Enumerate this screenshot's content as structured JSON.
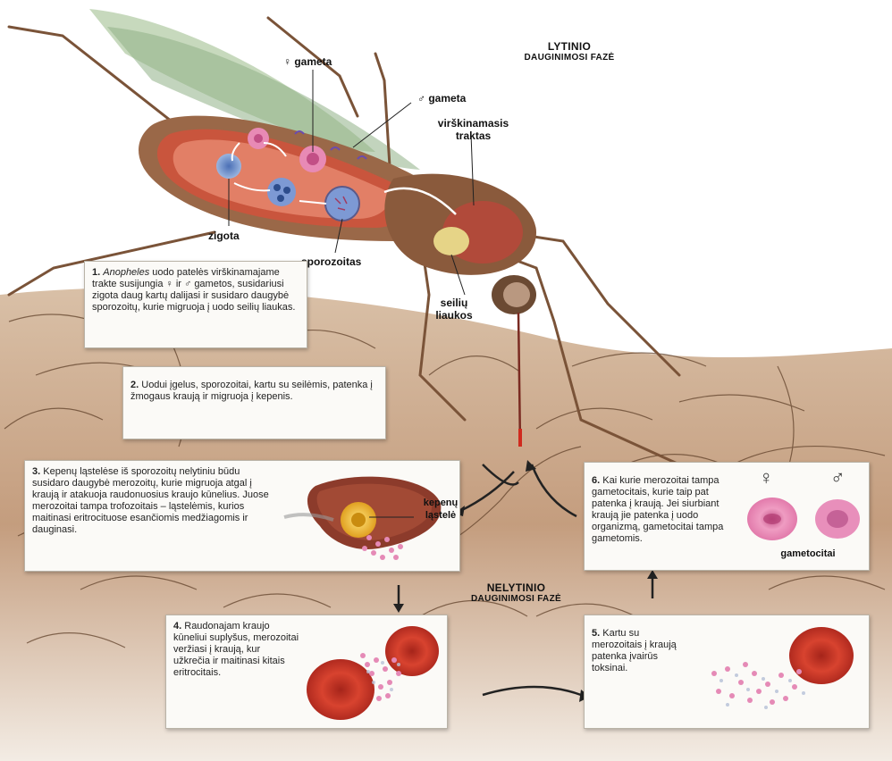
{
  "labels": {
    "female_gamete": "♀ gameta",
    "male_gamete": "♂ gameta",
    "digestive_tract": [
      "virškinamasis",
      "traktas"
    ],
    "zygote": "zigota",
    "sporozoite": "sporozoitas",
    "salivary_glands": [
      "seilių",
      "liaukos"
    ],
    "liver_cell": [
      "kepenų",
      "ląstelė"
    ],
    "gametocytes": "gametocitai",
    "female_symbol": "♀",
    "male_symbol": "♂"
  },
  "phases": {
    "sexual": [
      "LYTINIO",
      "DAUGINIMOSI FAZĖ"
    ],
    "asexual": [
      "NELYTINIO",
      "DAUGINIMOSI FAZĖ"
    ]
  },
  "steps": [
    {
      "num": "1.",
      "italic": "Anopheles",
      "text": " uodo patelės virškinamajame trakte susijungia ♀ ir ♂ gametos, susidariusi zigota daug kartų dalijasi ir susidaro daugybė sporozoitų, kurie migruoja į uodo seilių liaukas."
    },
    {
      "num": "2.",
      "text": " Uodui įgelus, sporozoitai, kartu su seilėmis, patenka į žmogaus kraują ir migruoja į kepenis."
    },
    {
      "num": "3.",
      "text": " Kepenų ląstelėse iš sporozoitų nelytiniu būdu susidaro daugybė merozoitų, kurie migruoja atgal į kraują ir atakuoja raudonuosius kraujo kūnelius. Juose merozoitai tampa trofozoitais – ląstelėmis, kurios maitinasi eritrocituose esančiomis medžiagomis ir dauginasi."
    },
    {
      "num": "4.",
      "text": " Raudonajam kraujo kūneliui suplyšus, merozoitai veržiasi į kraują, kur užkrečia ir maitinasi kitais eritrocitais."
    },
    {
      "num": "5.",
      "text": " Kartu su merozoitais į kraują patenka įvairūs toksinai."
    },
    {
      "num": "6.",
      "text": " Kai kurie merozoitai tampa gametocitais, kurie taip pat patenka į kraują. Jei siurbiant kraują jie patenka į uodo organizmą, gametocitai tampa gametomis."
    }
  ],
  "colors": {
    "skin": "#c9a98c",
    "mosquito_body": "#8a5a3c",
    "gut": "#c9553d",
    "rbc": "#c8372a",
    "gametocyte": "#e07aa8",
    "box_bg": "#fbfaf7"
  }
}
